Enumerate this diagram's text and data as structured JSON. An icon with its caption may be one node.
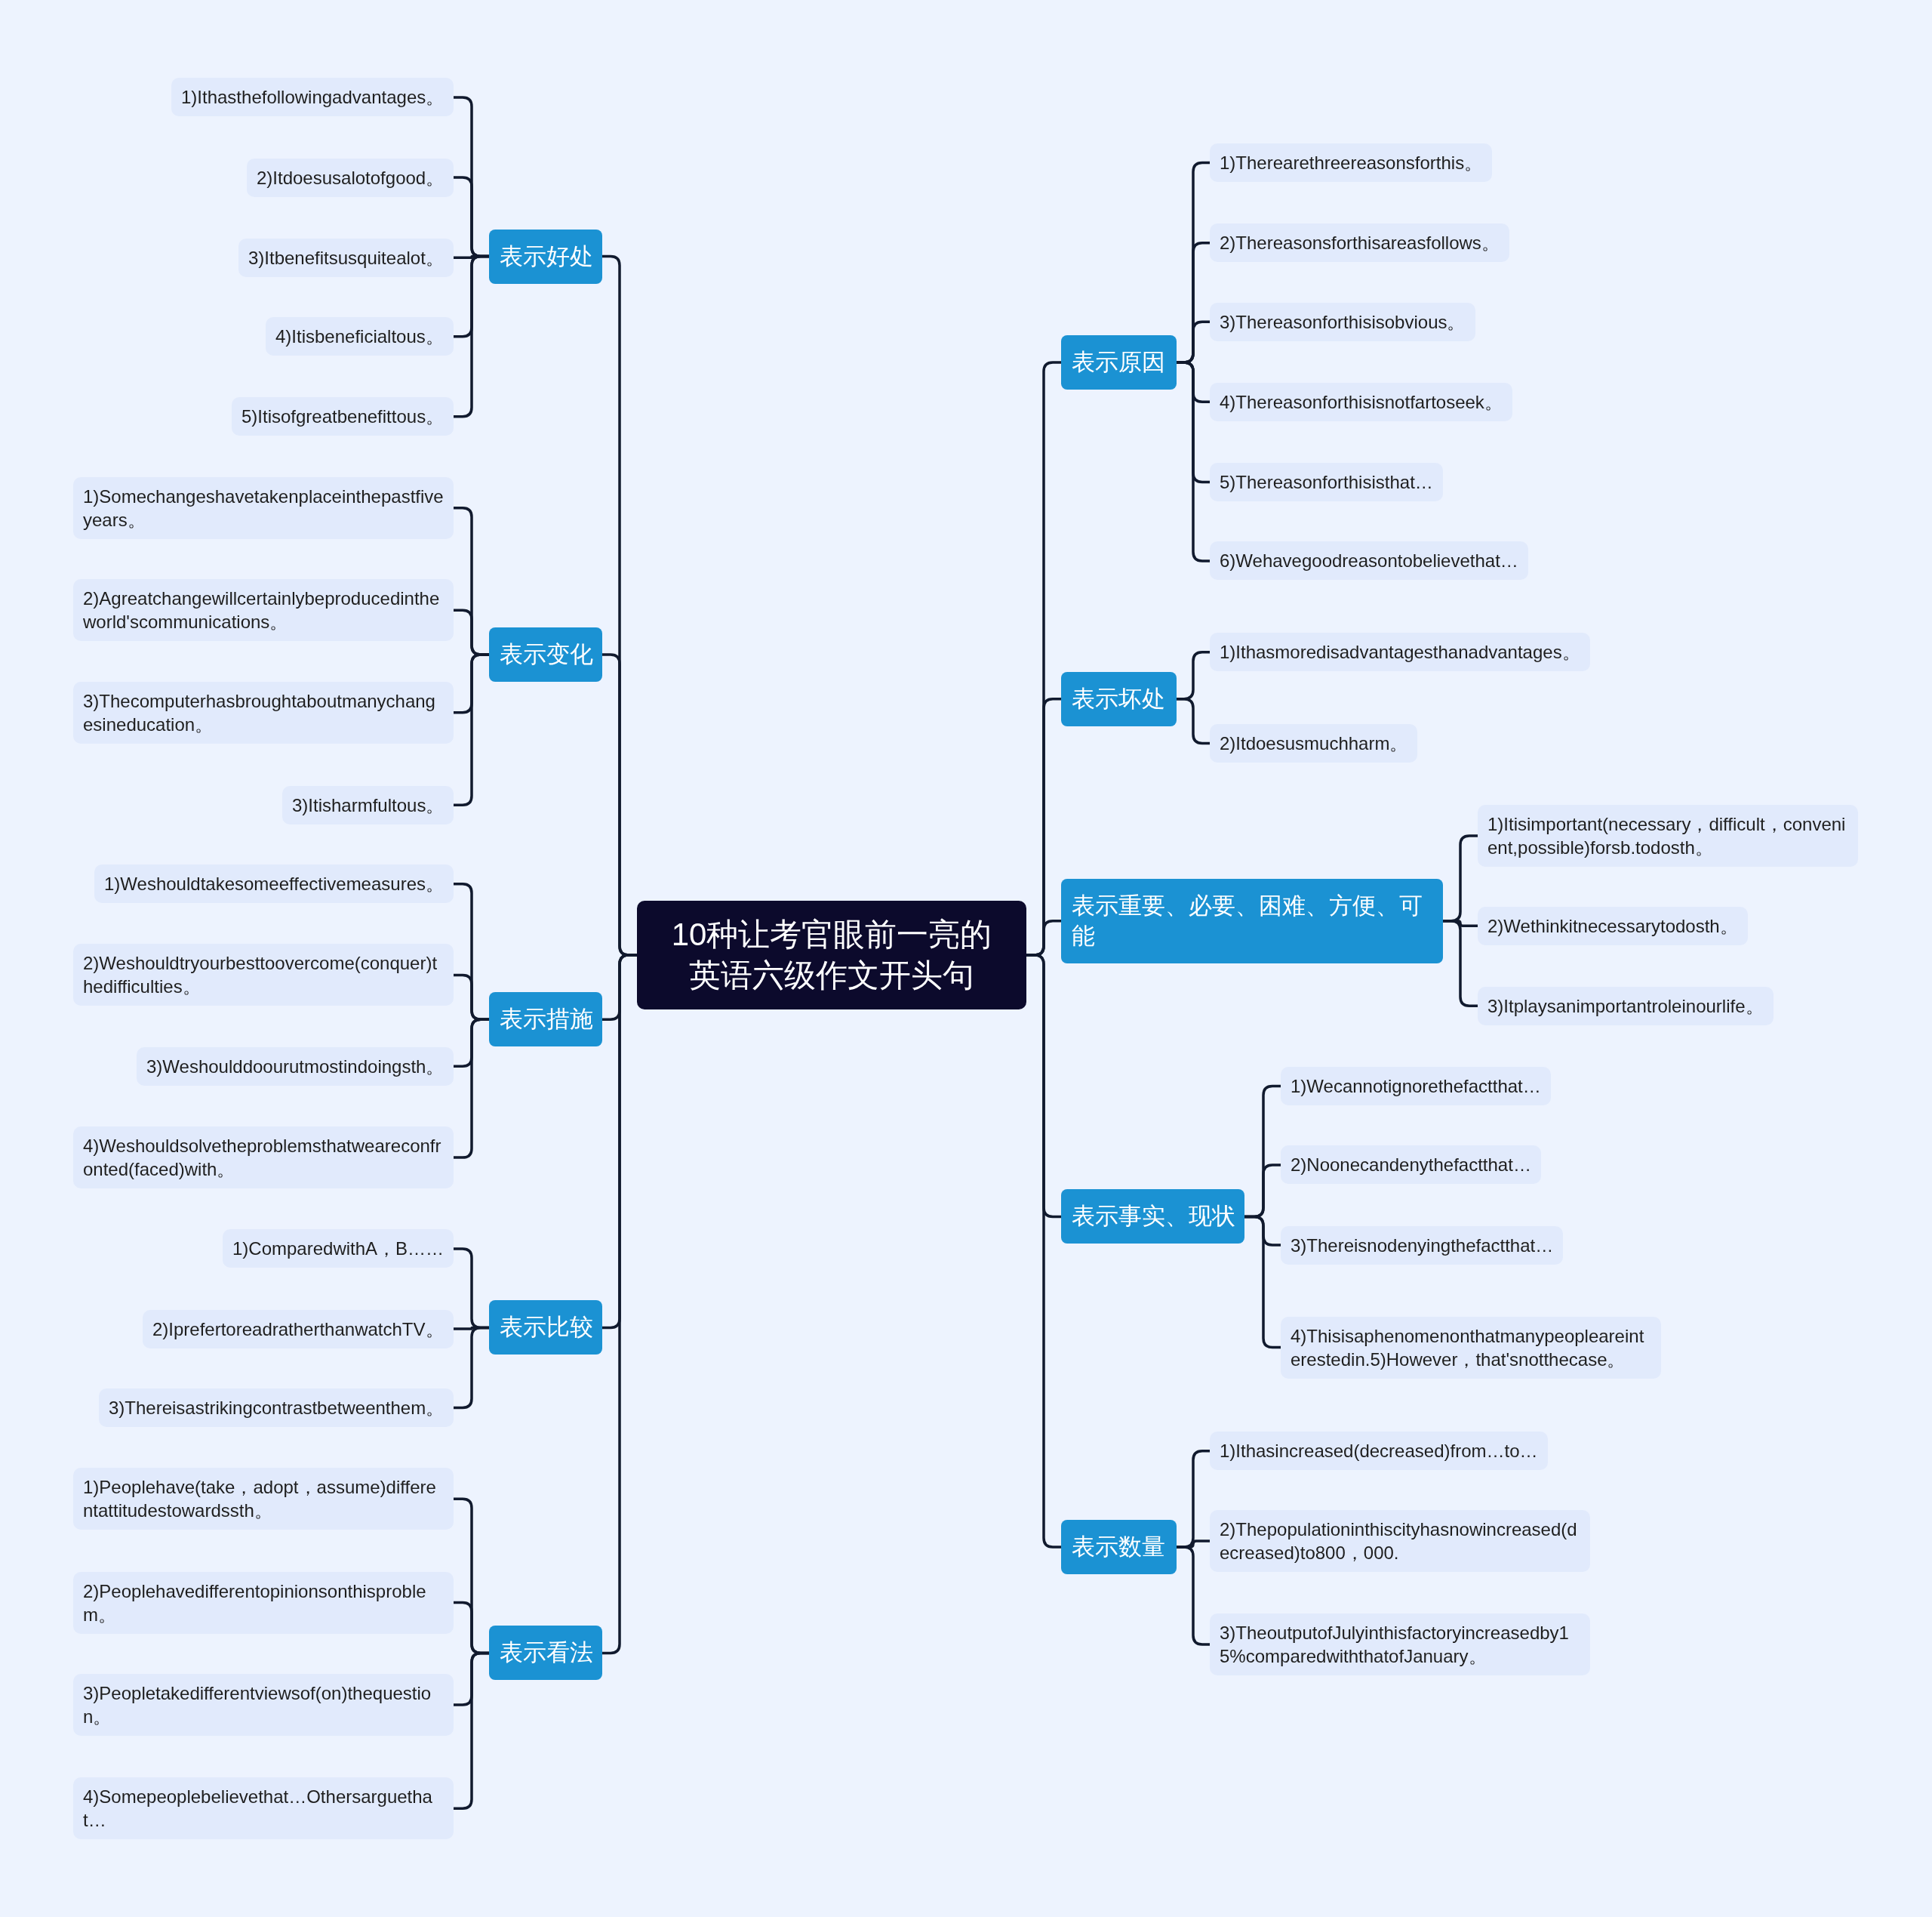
{
  "diagram": {
    "nodes": [
      {
        "text": [
          "10种让考官眼前一亮的英语六级作文开头句"
        ]
      },
      {
        "text": [
          "表示好处"
        ]
      },
      {
        "text": [
          "1)Ithasthefollowingadvantages。"
        ]
      },
      {
        "text": [
          "2)Itdoesusalotofgood。"
        ]
      },
      {
        "text": [
          "3)Itbenefitsusquitealot。"
        ]
      },
      {
        "text": [
          "4)Itisbeneficialtous。"
        ]
      },
      {
        "text": [
          "5)Itisofgreatbenefittous。"
        ]
      },
      {
        "text": [
          "表示变化"
        ]
      },
      {
        "text": [
          "1)Somechangeshavetakenplaceinthepastfiveyears。"
        ]
      },
      {
        "text": [
          "2)Agreatchangewillcertainlybeproducedintheworld'scommunications。"
        ]
      },
      {
        "text": [
          "3)Thecomputerhasbroughtaboutmanychangesineducation。"
        ]
      },
      {
        "text": [
          "3)Itisharmfultous。"
        ]
      },
      {
        "text": [
          "表示措施"
        ]
      },
      {
        "text": [
          "1)Weshouldtakesomeeffectivemeasures。"
        ]
      },
      {
        "text": [
          "2)Weshouldtryourbesttoovercome(conquer)thedifficulties。"
        ]
      },
      {
        "text": [
          "3)Weshoulddoourutmostindoingsth。"
        ]
      },
      {
        "text": [
          "4)Weshouldsolvetheproblemsthatweareconfronted(faced)with。"
        ]
      },
      {
        "text": [
          "表示比较"
        ]
      },
      {
        "text": [
          "1)ComparedwithA，B……"
        ]
      },
      {
        "text": [
          "2)IprefertoreadratherthanwatchTV。"
        ]
      },
      {
        "text": [
          "3)Thereisastrikingcontrastbetweenthem。"
        ]
      },
      {
        "text": [
          "表示看法"
        ]
      },
      {
        "text": [
          "1)Peoplehave(take，adopt，assume)differentattitudestowardssth。"
        ]
      },
      {
        "text": [
          "2)Peoplehavedifferentopinionsonthisproblem。"
        ]
      },
      {
        "text": [
          "3)Peopletakedifferentviewsof(on)thequestion。"
        ]
      },
      {
        "text": [
          "4)Somepeoplebelievethat…Othersarguethat…"
        ]
      },
      {
        "text": [
          "表示原因"
        ]
      },
      {
        "text": [
          "1)Therearethreereasonsforthis。"
        ]
      },
      {
        "text": [
          "2)Thereasonsforthisareasfollows。"
        ]
      },
      {
        "text": [
          "3)Thereasonforthisisobvious。"
        ]
      },
      {
        "text": [
          "4)Thereasonforthisisnotfartoseek。"
        ]
      },
      {
        "text": [
          "5)Thereasonforthisisthat…"
        ]
      },
      {
        "text": [
          "6)Wehavegoodreasontobelievethat…"
        ]
      },
      {
        "text": [
          "表示坏处"
        ]
      },
      {
        "text": [
          "1)Ithasmoredisadvantagesthanadvantages。"
        ]
      },
      {
        "text": [
          "2)Itdoesusmuchharm。"
        ]
      },
      {
        "text": [
          "表示重要、必要、困难、方便、可能"
        ]
      },
      {
        "text": [
          "1)Itisimportant(necessary，difficult，convenient,possible)forsb.todosth。"
        ]
      },
      {
        "text": [
          "2)Wethinkitnecessarytodosth。"
        ]
      },
      {
        "text": [
          "3)Itplaysanimportantroleinourlife。"
        ]
      },
      {
        "text": [
          "表示事实、现状"
        ]
      },
      {
        "text": [
          "1)Wecannotignorethefactthat…"
        ]
      },
      {
        "text": [
          "2)Noonecandenythefactthat…"
        ]
      },
      {
        "text": [
          "3)Thereisnodenyingthefactthat…"
        ]
      },
      {
        "text": [
          "4)Thisisaphenomenonthatmanypeopleareinterestedin.5)However，that'snotthecase。"
        ]
      },
      {
        "text": [
          "表示数量"
        ]
      },
      {
        "text": [
          "1)Ithasincreased(decreased)from…to…"
        ]
      },
      {
        "text": [
          "2)Thepopulationinthiscityhasnowincreased(decreased)to800，000."
        ]
      },
      {
        "text": [
          "3)TheoutputofJulyinthisfactoryincreasedby15%comparedwiththatofJanuary。"
        ]
      }
    ],
    "edges": [
      {
        "from": 0,
        "to": 1,
        "arrow": "none"
      },
      {
        "from": 1,
        "to": 2,
        "arrow": "none"
      },
      {
        "from": 1,
        "to": 3,
        "arrow": "none"
      },
      {
        "from": 1,
        "to": 4,
        "arrow": "none"
      },
      {
        "from": 1,
        "to": 5,
        "arrow": "none"
      },
      {
        "from": 1,
        "to": 6,
        "arrow": "none"
      },
      {
        "from": 0,
        "to": 7,
        "arrow": "none"
      },
      {
        "from": 7,
        "to": 8,
        "arrow": "none"
      },
      {
        "from": 7,
        "to": 9,
        "arrow": "none"
      },
      {
        "from": 7,
        "to": 10,
        "arrow": "none"
      },
      {
        "from": 7,
        "to": 11,
        "arrow": "none"
      },
      {
        "from": 0,
        "to": 12,
        "arrow": "none"
      },
      {
        "from": 12,
        "to": 13,
        "arrow": "none"
      },
      {
        "from": 12,
        "to": 14,
        "arrow": "none"
      },
      {
        "from": 12,
        "to": 15,
        "arrow": "none"
      },
      {
        "from": 12,
        "to": 16,
        "arrow": "none"
      },
      {
        "from": 0,
        "to": 17,
        "arrow": "none"
      },
      {
        "from": 17,
        "to": 18,
        "arrow": "none"
      },
      {
        "from": 17,
        "to": 19,
        "arrow": "none"
      },
      {
        "from": 17,
        "to": 20,
        "arrow": "none"
      },
      {
        "from": 0,
        "to": 21,
        "arrow": "none"
      },
      {
        "from": 21,
        "to": 22,
        "arrow": "none"
      },
      {
        "from": 21,
        "to": 23,
        "arrow": "none"
      },
      {
        "from": 21,
        "to": 24,
        "arrow": "none"
      },
      {
        "from": 21,
        "to": 25,
        "arrow": "none"
      },
      {
        "from": 0,
        "to": 26,
        "arrow": "none"
      },
      {
        "from": 26,
        "to": 27,
        "arrow": "none"
      },
      {
        "from": 26,
        "to": 28,
        "arrow": "none"
      },
      {
        "from": 26,
        "to": 29,
        "arrow": "none"
      },
      {
        "from": 26,
        "to": 30,
        "arrow": "none"
      },
      {
        "from": 26,
        "to": 31,
        "arrow": "none"
      },
      {
        "from": 26,
        "to": 32,
        "arrow": "none"
      },
      {
        "from": 0,
        "to": 33,
        "arrow": "none"
      },
      {
        "from": 33,
        "to": 34,
        "arrow": "none"
      },
      {
        "from": 33,
        "to": 35,
        "arrow": "none"
      },
      {
        "from": 0,
        "to": 36,
        "arrow": "none"
      },
      {
        "from": 36,
        "to": 37,
        "arrow": "none"
      },
      {
        "from": 36,
        "to": 38,
        "arrow": "none"
      },
      {
        "from": 36,
        "to": 39,
        "arrow": "none"
      },
      {
        "from": 0,
        "to": 40,
        "arrow": "none"
      },
      {
        "from": 40,
        "to": 41,
        "arrow": "none"
      },
      {
        "from": 40,
        "to": 42,
        "arrow": "none"
      },
      {
        "from": 40,
        "to": 43,
        "arrow": "none"
      },
      {
        "from": 40,
        "to": 44,
        "arrow": "none"
      },
      {
        "from": 0,
        "to": 45,
        "arrow": "none"
      },
      {
        "from": 45,
        "to": 46,
        "arrow": "none"
      },
      {
        "from": 45,
        "to": 47,
        "arrow": "none"
      },
      {
        "from": 45,
        "to": 48,
        "arrow": "none"
      }
    ]
  }
}
